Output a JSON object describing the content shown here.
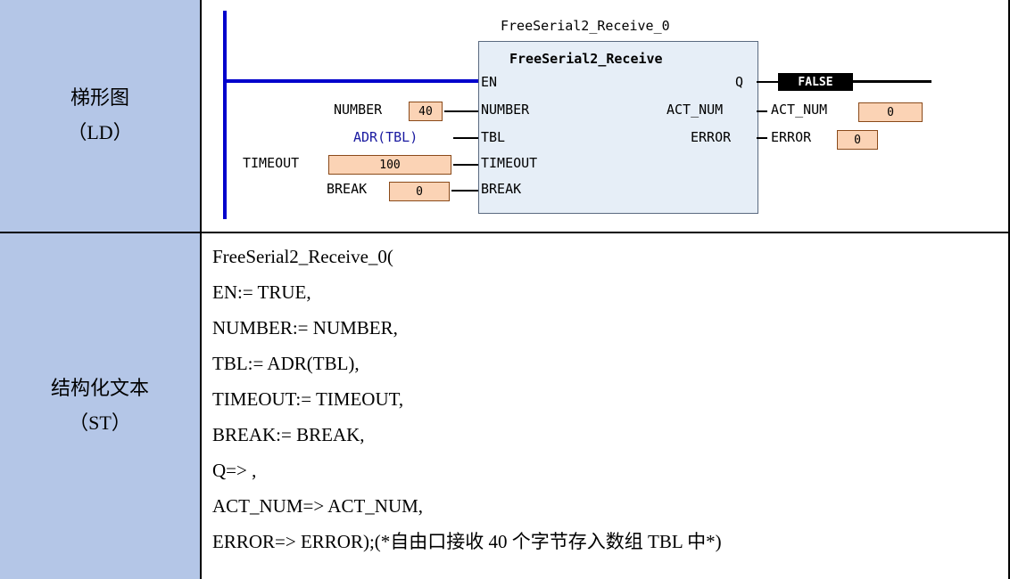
{
  "labels": {
    "ld_title": "梯形图",
    "ld_sub": "（LD）",
    "st_title": "结构化文本",
    "st_sub": "（ST）"
  },
  "ld": {
    "instance_name": "FreeSerial2_Receive_0",
    "block_type": "FreeSerial2_Receive",
    "inputs": {
      "en": "EN",
      "number": "NUMBER",
      "tbl": "TBL",
      "timeout": "TIMEOUT",
      "break": "BREAK"
    },
    "outputs": {
      "q": "Q",
      "act_num": "ACT_NUM",
      "error": "ERROR"
    },
    "left_vars": {
      "number_name": "NUMBER",
      "number_value": "40",
      "tbl_expr": "ADR(TBL)",
      "timeout_name": "TIMEOUT",
      "timeout_value": "100",
      "break_name": "BREAK",
      "break_value": "0"
    },
    "right_vars": {
      "q_value": "FALSE",
      "act_num_name": "ACT_NUM",
      "act_num_value": "0",
      "error_name": "ERROR",
      "error_value": "0"
    },
    "colors": {
      "rail": "#0000cc",
      "block_fill": "#e6eef7",
      "value_fill": "#fbd3b5",
      "label_cell": "#b4c6e7"
    }
  },
  "st_lines": [
    "FreeSerial2_Receive_0(",
    "EN:= TRUE,",
    "NUMBER:= NUMBER,",
    "TBL:= ADR(TBL),",
    "TIMEOUT:= TIMEOUT,",
    "BREAK:= BREAK,",
    "Q=> ,",
    "ACT_NUM=> ACT_NUM,",
    "ERROR=> ERROR);(*自由口接收 40 个字节存入数组 TBL 中*)"
  ]
}
